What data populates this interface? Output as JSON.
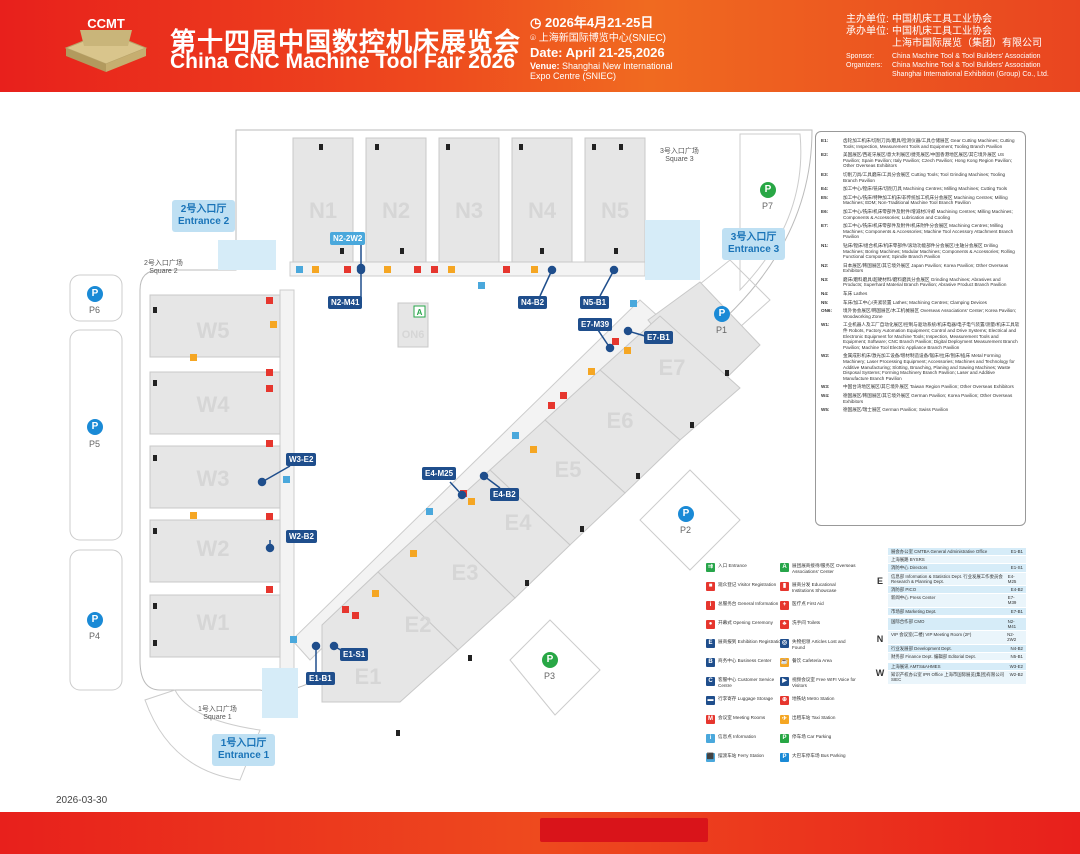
{
  "header": {
    "logo_text": "CCMT",
    "title_cn": "第十四届中国数控机床展览会",
    "title_en": "China CNC Machine Tool Fair 2026",
    "date_cn": "2026年4月21-25日",
    "venue_cn": "上海新国际博览中心(SNIEC)",
    "date_en": "Date: April 21-25,2026",
    "venue_en_label": "Venue:",
    "venue_en": "Shanghai New International Expo Centre (SNIEC)",
    "org_cn": [
      {
        "k": "主办单位:",
        "v": "中国机床工具工业协会"
      },
      {
        "k": "承办单位:",
        "v": "中国机床工具工业协会"
      },
      {
        "k": "",
        "v": "上海市国际展览（集团）有限公司"
      }
    ],
    "org_en": [
      {
        "k": "Sponsor:",
        "v": "China Machine Tool & Tool Builders' Association"
      },
      {
        "k": "Organizers:",
        "v": "China Machine Tool & Tool Builders' Association"
      },
      {
        "k": "",
        "v": "Shanghai International Exhibition (Group) Co., Ltd."
      }
    ]
  },
  "halls": {
    "north": [
      "N1",
      "N2",
      "N3",
      "N4",
      "N5"
    ],
    "west": [
      "W5",
      "W4",
      "W3",
      "W2",
      "W1"
    ],
    "east": [
      "E7",
      "E6",
      "E5",
      "E4",
      "E3",
      "E2",
      "E1"
    ],
    "on6": "ON6"
  },
  "callouts": {
    "n2_2w2": "N2-2W2",
    "n2_m41": "N2-M41",
    "n4_b2": "N4-B2",
    "n5_b1": "N5-B1",
    "e7_m39": "E7-M39",
    "e7_b1": "E7-B1",
    "w3_e2": "W3-E2",
    "w2_b2": "W2-B2",
    "e4_m25": "E4-M25",
    "e4_b2": "E4-B2",
    "e1_s1": "E1-S1",
    "e1_b1": "E1-B1"
  },
  "entrances": {
    "e2": "2号入口厅\nEntrance 2",
    "e3": "3号入口厅\nEntrance 3",
    "e1": "1号入口厅\nEntrance 1"
  },
  "squares": {
    "s2": "2号入口广场\nSquare 2",
    "s3": "3号入口广场\nSquare 3",
    "s1": "1号入口广场\nSquare 1"
  },
  "parking": {
    "p1": "P1",
    "p2": "P2",
    "p3": "P3",
    "p4": "P4",
    "p5": "P5",
    "p6": "P6",
    "p7": "P7"
  },
  "footer_date": "2026-03-30",
  "hall_legend": [
    {
      "code": "E1:",
      "text": "齿轮加工机床/切削刀具/磨具/检测仪器/工具仓储展区 Gear Cutting Machines; Cutting Tools; Inspection, Measurement Tools and Equipment; Tooling Branch Pavilion"
    },
    {
      "code": "E2:",
      "text": "美国展区/西班牙展区/意大利展区/捷克展区/中国香港地区展区/其它境外展区 US Pavilion; Spain Pavilion; Italy Pavilion; Czech Pavilion; Hong Kong Region Pavilion; Other Overseas Exhibitors"
    },
    {
      "code": "E3:",
      "text": "切削刀具/工具磨床/工具分会展区 Cutting Tools; Tool Grinding Machines; Tooling Branch Pavilion"
    },
    {
      "code": "E4:",
      "text": "加工中心/镗床/铣床/切削刀具 Machining Centres; Milling Machines; Cutting Tools"
    },
    {
      "code": "E5:",
      "text": "加工中心/铣床/特种加工机床/非传统加工机床分会展区 Machining Centres; Milling Machines; EDM; Non-Traditional Machine Tool Branch Pavilion"
    },
    {
      "code": "E6:",
      "text": "加工中心/铣床/机床零部件及附件/增减材/冷却 Machining Centres; Milling Machines; Components & Accessories; Lubrication and Cooling"
    },
    {
      "code": "E7:",
      "text": "加工中心/铣床/机床零部件及附件/机床附件分会展区 Machining Centres; Milling Machines; Components & Accessories; Machine Tool Accessory Attachment Branch Pavilion"
    },
    {
      "code": "N1:",
      "text": "钻床/镗床/组合机床/机床零部件/滚动功能部件分会展区/主轴分会展区 Drilling Machines; Boring Machines; Modular Machines; Components & Accessories; Rolling Functional Component; Spindle Branch Pavilion"
    },
    {
      "code": "N2:",
      "text": "日本展区/韩国展区/其它境外展区 Japan Pavilion; Korea Pavilion; Other Overseas Exhibitors"
    },
    {
      "code": "N3:",
      "text": "磨床/磨料磨具/超硬材料/磨料磨具分会展区 Grinding Machines; Abrasives and Products; Superhard Material Branch Pavilion; Abrasive Product Branch Pavilion"
    },
    {
      "code": "N4:",
      "text": "车床 Lathes"
    },
    {
      "code": "N5:",
      "text": "车床/加工中心/夹紧装置 Lathes; Machining Centres; Clamping Devices"
    },
    {
      "code": "ON6:",
      "text": "境外协会展区/韩国展区/木工机械展区 Overseas Associations' Center; Korea Pavilion; Woodworking Zone"
    },
    {
      "code": "W1:",
      "text": "工业机器人及工厂自动化展区/控制与驱动系统/机床电器/电子电气装置/测量/机床工具软件 Robots, Factory Automation Equipment; Control and Drive Systems; Electrical and Electronic Equipment for Machine Tools; Inspection, Measurement Tools and Equipment; Software; CNC Branch Pavilion; Digital Deployment Measurement Branch Pavilion; Machine Tool Electric Appliance Branch Pavilion"
    },
    {
      "code": "W2:",
      "text": "金属成形机床/激光加工设备/增材制造设备/锯床/拉床/刨床/插床 Metal Forming Machinery; Laser Processing Equipment; Accessories; Machines and Technology for Additive Manufacturing; Slotting, Broaching, Planing and Sawing Machines; Waste Disposal Systems; Forming Machinery Branch Pavilion; Laser and Additive Manufacture Branch Pavilion"
    },
    {
      "code": "W3:",
      "text": "中国台湾地区展区/其它境外展区 Taiwan Region Pavilion; Other Overseas Exhibitors"
    },
    {
      "code": "W4:",
      "text": "德国展区/韩国展区/其它境外展区 German Pavilion; Korea Pavilion; Other Overseas Exhibitors"
    },
    {
      "code": "W5:",
      "text": "德国展区/瑞士展区 German Pavilion; Swiss Pavilion"
    }
  ],
  "icon_legend": [
    {
      "s": "⇉",
      "c": "#27a54a",
      "t": "入口 Entrance"
    },
    {
      "s": "A",
      "c": "#27a54a",
      "t": "展团展商接待/服务区 Overseas Associations' Center"
    },
    {
      "s": "■",
      "c": "#e6362e",
      "t": "观众登记 Visitor Registration"
    },
    {
      "s": "▮",
      "c": "#e6362e",
      "t": "展商分发 Educational Institutions Showcase"
    },
    {
      "s": "i",
      "c": "#e6362e",
      "t": "总服务台 General Information"
    },
    {
      "s": "+",
      "c": "#e6362e",
      "t": "医疗点 First Aid"
    },
    {
      "s": "●",
      "c": "#e6362e",
      "t": "开幕式 Opening Ceremony"
    },
    {
      "s": "♣",
      "c": "#e6362e",
      "t": "洗手间 Toilets"
    },
    {
      "s": "E",
      "c": "#1f4e8c",
      "t": "展商报到 Exhibition Registration"
    },
    {
      "s": "◎",
      "c": "#1f4e8c",
      "t": "失物招领 Articles Lost and Found"
    },
    {
      "s": "B",
      "c": "#1f4e8c",
      "t": "商务中心 Business Center"
    },
    {
      "s": "☕",
      "c": "#f5a623",
      "t": "餐饮 Cafeteria Area"
    },
    {
      "s": "C",
      "c": "#1f4e8c",
      "t": "客服中心 Customer Service Centre"
    },
    {
      "s": "▶",
      "c": "#1f4e8c",
      "t": "视频会议室 Free WIFI Voice for Visitors"
    },
    {
      "s": "▬",
      "c": "#1f4e8c",
      "t": "行李寄存 Luggage Storage"
    },
    {
      "s": "⊕",
      "c": "#e6362e",
      "t": "地铁站 Metro Station"
    },
    {
      "s": "M",
      "c": "#e6362e",
      "t": "会议室 Meeting Rooms"
    },
    {
      "s": "✈",
      "c": "#f5a623",
      "t": "出租车站 Taxi Station"
    },
    {
      "s": "i",
      "c": "#4aa8dc",
      "t": "信息点 Information"
    },
    {
      "s": "P",
      "c": "#28a745",
      "t": "停车场 Car Parking"
    },
    {
      "s": "⬛",
      "c": "#4aa8dc",
      "t": "摆渡车站 Ferry Station"
    },
    {
      "s": "P",
      "c": "#1a8ad6",
      "t": "大巴车停车场 Bus Parking"
    }
  ],
  "offices": [
    {
      "group": "E",
      "rows": [
        {
          "t": "展会办公室 CMTBA General Administrative Office",
          "c": "E1-B1"
        },
        {
          "t": "上海展路 BYSRS",
          "c": ""
        },
        {
          "t": "消防中心 Directors",
          "c": "E1-S1"
        },
        {
          "t": "信息部 Information & Statistics Dept. 行业发展工作委员会 Research & Planning Dept.",
          "c": "E4-M25"
        },
        {
          "t": "消防部 PICO",
          "c": "E4-B2"
        },
        {
          "t": "新闻中心 Press Center",
          "c": "E7-M39"
        },
        {
          "t": "市场部 Marketing Dept.",
          "c": "E7-B1"
        }
      ]
    },
    {
      "group": "N",
      "rows": [
        {
          "t": "国际合作部 CMO",
          "c": "N2-M41"
        },
        {
          "t": "VIP 会议室(二楼) VIP Meeting Room (2F)",
          "c": "N2-2W2"
        },
        {
          "t": "行业发展部 Development Dept.",
          "c": "N4-B2"
        },
        {
          "t": "财务部 Finance Dept. 编辑部 Editorial Dept.",
          "c": "N5-B1"
        }
      ]
    },
    {
      "group": "W",
      "rows": [
        {
          "t": "上海展讯 AMTS&AHMES",
          "c": "W3-E2"
        },
        {
          "t": "知识产权办公室 IPR Office 上海市国际展览(集团)有限公司 SIEC",
          "c": "W2-B2"
        }
      ]
    }
  ]
}
